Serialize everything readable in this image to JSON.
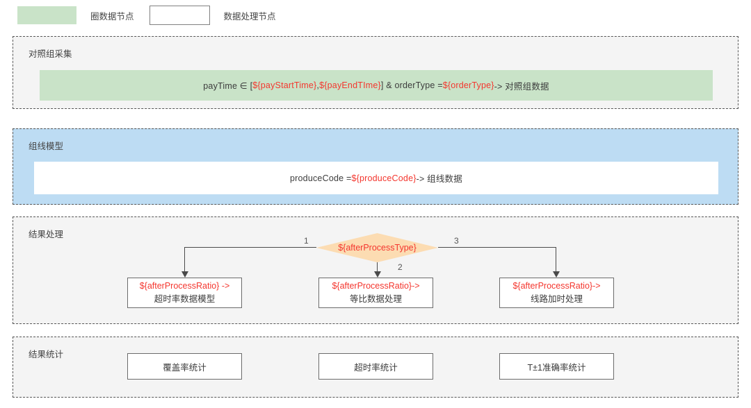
{
  "legend": {
    "green_swatch_label": "圈数据节点",
    "box_swatch_label": "数据处理节点",
    "green_color": "#c9e3c8",
    "box_border_color": "#808080"
  },
  "sections": {
    "control_group": {
      "title": "对照组采集",
      "background": "#f4f4f4",
      "rule": {
        "prefix": "payTime ∈ [",
        "var1": "${payStartTime}",
        "sep": " , ",
        "var2": "${payEndTIme}",
        "mid": "] & orderType = ",
        "var3": "${orderType}",
        "suffix": " -> 对照组数据",
        "background": "#c9e3c8"
      }
    },
    "line_model": {
      "title": "组线模型",
      "background": "#bddcf3",
      "rule": {
        "prefix": "produceCode = ",
        "var1": "${produceCode}",
        "suffix": " -> 组线数据",
        "background": "#ffffff"
      }
    },
    "result_process": {
      "title": "结果处理",
      "background": "#f4f4f4",
      "decision": {
        "label": "${afterProcessType}",
        "fill": "#fcdcb2",
        "text_color": "#f4362e"
      },
      "branch_labels": [
        "1",
        "2",
        "3"
      ],
      "boxes": [
        {
          "var": "${afterProcessRatio} ->",
          "text": "超时率数据模型"
        },
        {
          "var": "${afterProcessRatio}->",
          "text": "等比数据处理"
        },
        {
          "var": "${afterProcessRatio}->",
          "text": "线路加时处理"
        }
      ]
    },
    "result_stats": {
      "title": "结果统计",
      "background": "#f4f4f4",
      "boxes": [
        "覆盖率统计",
        "超时率统计",
        "T±1准确率统计"
      ]
    }
  }
}
